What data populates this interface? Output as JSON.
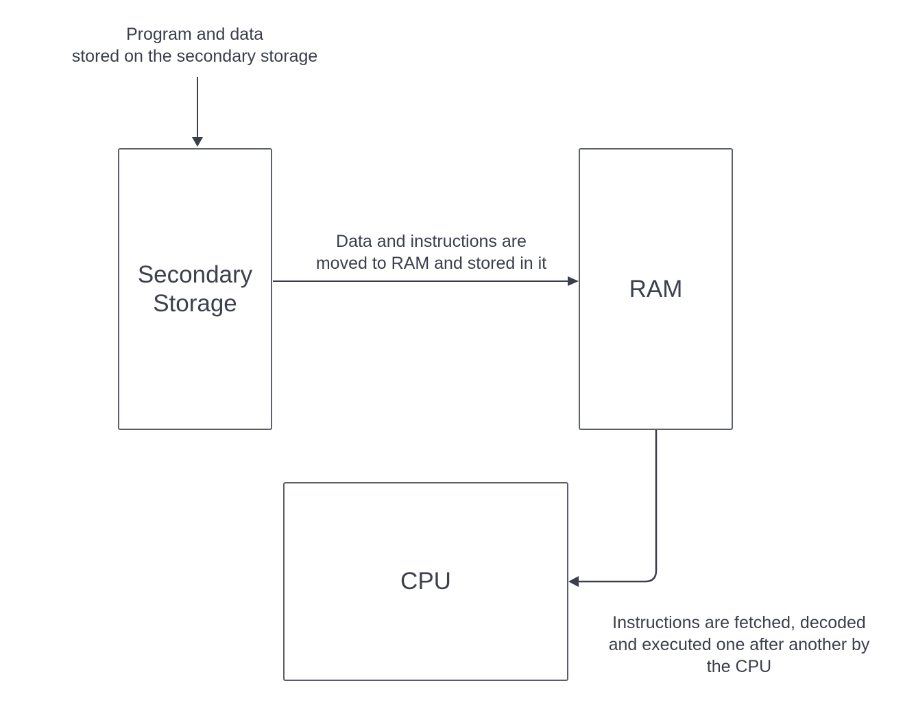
{
  "diagram": {
    "nodes": {
      "secondary_storage": {
        "label_lines": [
          "Secondary",
          "Storage"
        ]
      },
      "ram": {
        "label": "RAM"
      },
      "cpu": {
        "label": "CPU"
      }
    },
    "annotations": {
      "input": [
        "Program and data",
        "stored on the secondary storage"
      ],
      "storage_to_ram": [
        "Data and instructions are",
        "moved to RAM and stored in it"
      ],
      "ram_to_cpu": [
        "Instructions are fetched, decoded",
        "and executed one after another by",
        "the CPU"
      ]
    },
    "edges": [
      {
        "from": "input",
        "to": "secondary_storage"
      },
      {
        "from": "secondary_storage",
        "to": "ram"
      },
      {
        "from": "ram",
        "to": "cpu"
      }
    ],
    "colors": {
      "stroke": "#5a5f6a",
      "arrow": "#3a3f4b",
      "text": "#3a3f4b"
    }
  }
}
